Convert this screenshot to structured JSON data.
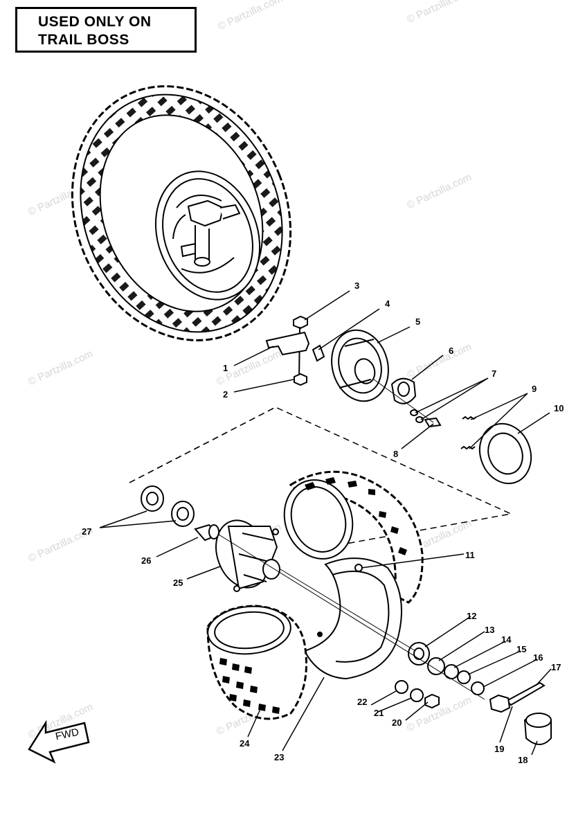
{
  "note": {
    "line1": "USED ONLY ON",
    "line2": "TRAIL BOSS"
  },
  "watermark": "© Partzilla.com",
  "direction_label": "FWD",
  "callouts": {
    "c1": "1",
    "c2": "2",
    "c3": "3",
    "c4": "4",
    "c5": "5",
    "c6": "6",
    "c7": "7",
    "c8": "8",
    "c9": "9",
    "c10": "10",
    "c11": "11",
    "c12": "12",
    "c13": "13",
    "c14": "14",
    "c15": "15",
    "c16": "16",
    "c17": "17",
    "c18": "18",
    "c19": "19",
    "c20": "20",
    "c21": "21",
    "c22": "22",
    "c23": "23",
    "c24": "24",
    "c25": "25",
    "c26": "26",
    "c27": "27"
  },
  "colors": {
    "ink": "#000000",
    "paper": "#ffffff",
    "watermark": "#d6d6d6"
  }
}
